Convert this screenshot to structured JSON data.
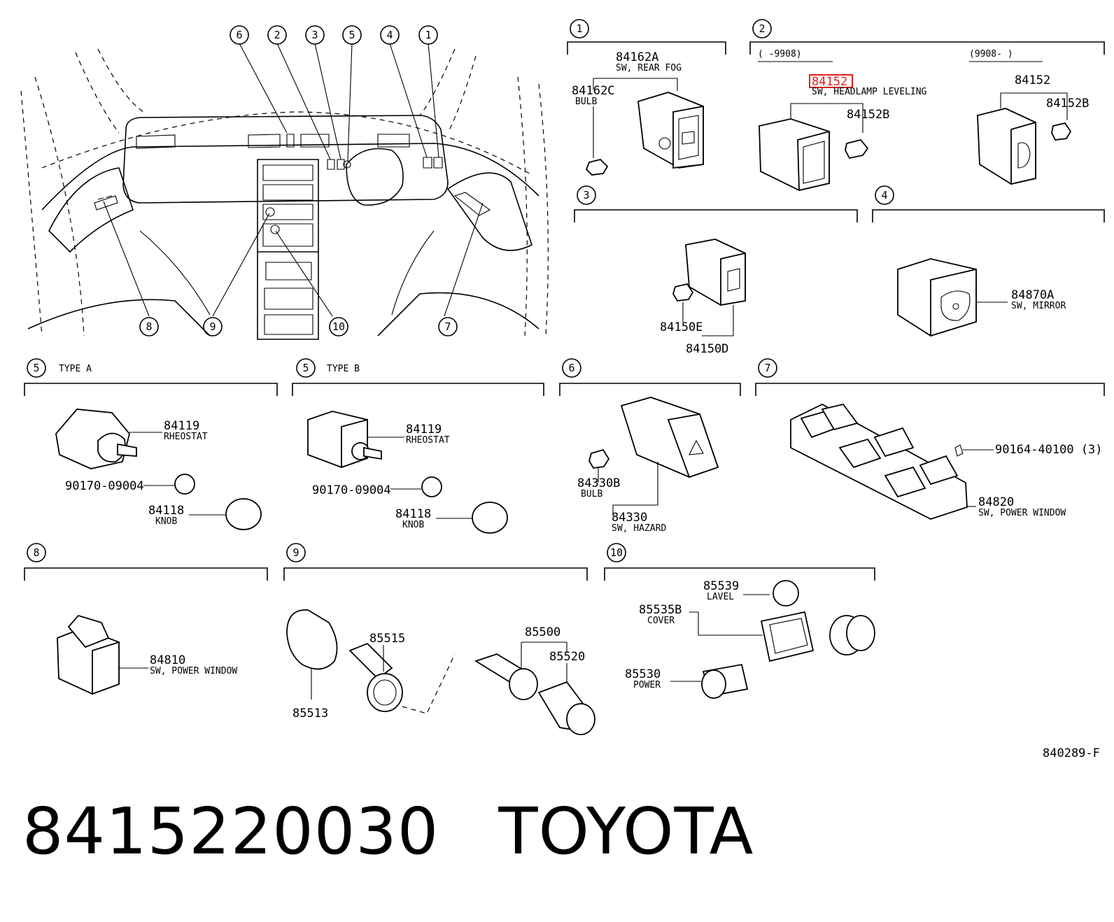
{
  "callouts": [
    "1",
    "2",
    "3",
    "4",
    "5",
    "6",
    "7",
    "8",
    "9",
    "10"
  ],
  "main_view": {
    "top_callouts": [
      "6",
      "2",
      "3",
      "5",
      "4",
      "1"
    ],
    "bottom_callouts": [
      "8",
      "9",
      "10",
      "7"
    ]
  },
  "sections": {
    "s1": {
      "num": "1",
      "parts": [
        {
          "pn": "84162A",
          "desc": "SW, REAR FOG"
        },
        {
          "pn": "84162C",
          "desc": "BULB"
        }
      ]
    },
    "s2": {
      "num": "2",
      "range_left": "(     -9908)",
      "range_right": "(9908-      )",
      "highlight_pn": "84152",
      "highlight_desc": "SW, HEADLAMP LEVELING",
      "parts": [
        {
          "pn": "84152B"
        },
        {
          "pn": "84152"
        },
        {
          "pn": "84152B"
        }
      ]
    },
    "s3": {
      "num": "3",
      "parts": [
        {
          "pn": "84150E"
        },
        {
          "pn": "84150D"
        }
      ]
    },
    "s4": {
      "num": "4",
      "parts": [
        {
          "pn": "84870A",
          "desc": "SW, MIRROR"
        }
      ]
    },
    "s5a": {
      "num": "5",
      "type_label": "TYPE A",
      "parts": [
        {
          "pn": "84119",
          "desc": "RHEOSTAT"
        },
        {
          "pn": "90170-09004"
        },
        {
          "pn": "84118",
          "desc": "KNOB"
        }
      ]
    },
    "s5b": {
      "num": "5",
      "type_label": "TYPE B",
      "parts": [
        {
          "pn": "84119",
          "desc": "RHEOSTAT"
        },
        {
          "pn": "90170-09004"
        },
        {
          "pn": "84118",
          "desc": "KNOB"
        }
      ]
    },
    "s6": {
      "num": "6",
      "parts": [
        {
          "pn": "84330B",
          "desc": "BULB"
        },
        {
          "pn": "84330",
          "desc": "SW, HAZARD"
        }
      ]
    },
    "s7": {
      "num": "7",
      "parts": [
        {
          "pn": "90164-40100 (3)"
        },
        {
          "pn": "84820",
          "desc": "SW, POWER WINDOW"
        }
      ]
    },
    "s8": {
      "num": "8",
      "parts": [
        {
          "pn": "84810",
          "desc": "SW, POWER WINDOW"
        }
      ]
    },
    "s9": {
      "num": "9",
      "parts": [
        {
          "pn": "85515"
        },
        {
          "pn": "85513"
        },
        {
          "pn": "85500"
        },
        {
          "pn": "85520"
        }
      ]
    },
    "s10": {
      "num": "10",
      "parts": [
        {
          "pn": "85539",
          "desc": "LAVEL"
        },
        {
          "pn": "85535B",
          "desc": "COVER"
        },
        {
          "pn": "85530",
          "desc": "POWER"
        }
      ]
    }
  },
  "diagram_code": "840289-F",
  "footer": {
    "part_number": "8415220030",
    "brand": "TOYOTA"
  },
  "colors": {
    "highlight": "#e02020",
    "ink": "#000000",
    "background": "#ffffff"
  }
}
